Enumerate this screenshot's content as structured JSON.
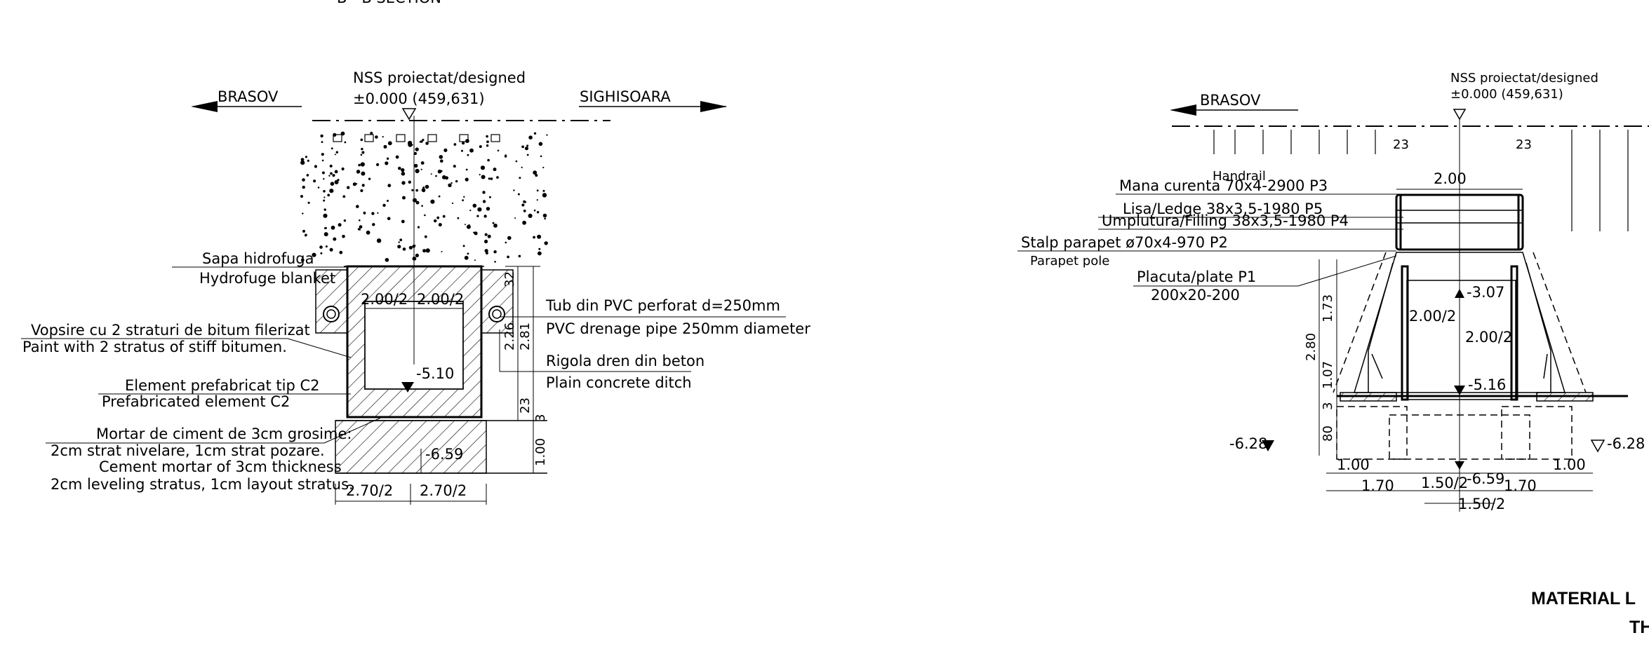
{
  "left_section": {
    "top_partial_title": "B - B SECTION",
    "left_direction": "BRASOV",
    "right_direction": "SIGHISOARA",
    "nss_label": "NSS proiectat/designed",
    "nss_level": "±0.000 (459,631)",
    "hydro_ro": "Sapa hidrofuga",
    "hydro_en": "Hydrofuge blanket",
    "paint_ro": "Vopsire cu 2 straturi de bitum filerizat",
    "paint_en": "Paint with 2 stratus of stiff bitumen.",
    "element_ro": "Element prefabricat tip C2",
    "element_en": "Prefabricated element C2",
    "mortar_ro_1": "Mortar de ciment de 3cm grosime:",
    "mortar_ro_2": "2cm strat nivelare, 1cm  strat pozare.",
    "mortar_en_1": "Cement mortar of 3cm thickness",
    "mortar_en_2": "2cm leveling stratus, 1cm layout stratus.",
    "pipe_ro": "Tub din PVC perforat d=250mm",
    "pipe_en": "PVC drenage pipe 250mm diameter",
    "ditch_ro": "Rigola dren din beton",
    "ditch_en": "Plain concrete ditch",
    "dim_inner_left": "2.00/2",
    "dim_inner_right": "2.00/2",
    "level_inner": "-5.10",
    "level_bottom": "-6.59",
    "dim_base_left": "2.70/2",
    "dim_base_right": "2.70/2",
    "dim_v_32": "32",
    "dim_v_226": "2.26",
    "dim_v_281": "2.81",
    "dim_v_23": "23",
    "dim_v_3": "3",
    "dim_v_100": "1.00"
  },
  "right_section": {
    "left_direction": "BRASOV",
    "nss_label": "NSS proiectat/designed",
    "nss_level": "±0.000 (459,631)",
    "handrail_ro": "Mana curenta 70x4-2900   P3",
    "handrail_en": "Handrail",
    "filling": "Umplutura/Filling 38x3,5-1980 P4",
    "ledge": "Lisa/Ledge 38x3,5-1980 P5",
    "pole_ro": "Stalp parapet ø70x4-970 P2",
    "pole_en": "Parapet pole",
    "plate_1": "Placuta/plate P1",
    "plate_2": "200x20-200",
    "dim_top_23a": "23",
    "dim_top_200": "2.00",
    "dim_top_23b": "23",
    "dim_v_280": "2.80",
    "dim_v_173": "1.73",
    "dim_v_107": "1.07",
    "dim_v_3": "3",
    "dim_v_80": "80",
    "level_top_inner": "-3.07",
    "dim_inner_a": "2.00/2",
    "dim_inner_b": "2.00/2",
    "level_inner": "-5.16",
    "level_left": "-6.28",
    "level_right": "-6.28",
    "level_bottom": "-6.59",
    "dim_b_100a": "1.00",
    "dim_b_170a": "1.70",
    "dim_b_150a": "1.50/2",
    "dim_b_100b": "1.00",
    "dim_b_170b": "1.70",
    "dim_b_150b": "1.50/2"
  },
  "bottom_right_text_1": "MATERIAL L",
  "bottom_right_text_2": "TH"
}
